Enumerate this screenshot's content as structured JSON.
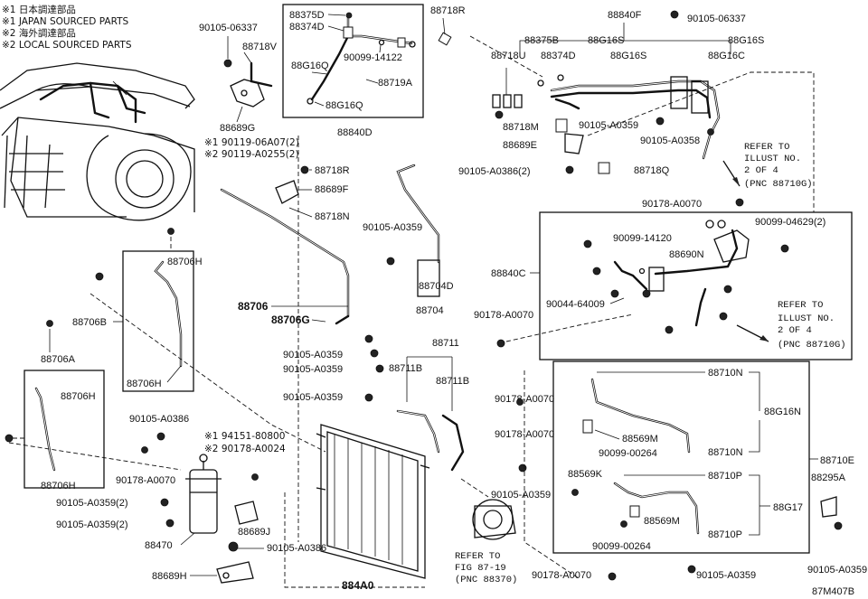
{
  "legend": {
    "line1": "※1 日本調達部品",
    "line2": "※1 JAPAN SOURCED PARTS",
    "line3": "※2 海外調達部品",
    "line4": "※2 LOCAL SOURCED PARTS"
  },
  "drawing_code": "87M407B",
  "refer_upper": {
    "l1": "REFER TO",
    "l2": "ILLUST NO.",
    "l3": "2 OF 4",
    "l4": "(PNC 88710G)"
  },
  "refer_mid": {
    "l1": "REFER TO",
    "l2": "ILLUST NO.",
    "l3": "2 OF 4",
    "l4": "(PNC 88710G)"
  },
  "refer_fig": {
    "l1": "REFER TO",
    "l2": "FIG 87-19",
    "l3": "(PNC 88370)"
  },
  "labels": {
    "p90105_06337_a": "90105-06337",
    "p88718V": "88718V",
    "p88375D": "88375D",
    "p88374D_a": "88374D",
    "p88718R_a": "88718R",
    "p88G16Q_a": "88G16Q",
    "p90099_14122": "90099-14122",
    "p88719A": "88719A",
    "p88G16Q_b": "88G16Q",
    "p88840D": "88840D",
    "p88689G": "88689G",
    "n90119_06A07": "※1 90119-06A07(2)",
    "n90119_A0255": "※2 90119-A0255(2)",
    "p88718R_b": "88718R",
    "p88689F": "88689F",
    "p88718N": "88718N",
    "p88840F": "88840F",
    "p90105_06337_b": "90105-06337",
    "p88375B": "88375B",
    "p88G16S_a": "88G16S",
    "p88G16S_b": "88G16S",
    "p88718U": "88718U",
    "p88374D_b": "88374D",
    "p88G16S_c": "88G16S",
    "p88G16C": "88G16C",
    "p88718M": "88718M",
    "p90105_A0359_a": "90105-A0359",
    "p90105_A0358": "90105-A0358",
    "p88689E": "88689E",
    "p90105_A0386_2": "90105-A0386(2)",
    "p88718Q": "88718Q",
    "p90178_A0070_a": "90178-A0070",
    "p90099_04629": "90099-04629(2)",
    "p90099_14120": "90099-14120",
    "p88690N": "88690N",
    "p88840C": "88840C",
    "p90044_64009": "90044-64009",
    "p90105_A0359_b": "90105-A0359",
    "p88704D": "88704D",
    "p88704": "88704",
    "p90178_A0070_b": "90178-A0070",
    "p88706H_a": "88706H",
    "p88706B": "88706B",
    "p88706": "88706",
    "p88706G": "88706G",
    "p88706H_b": "88706H",
    "p88706A": "88706A",
    "p88706H_c": "88706H",
    "p88706H_d": "88706H",
    "p90105_A0359_c": "90105-A0359",
    "p90105_A0359_d": "90105-A0359",
    "p88711": "88711",
    "p88711B_a": "88711B",
    "p88711B_b": "88711B",
    "p90105_A0359_e": "90105-A0359",
    "p90105_A0386_a": "90105-A0386",
    "n94151_80800": "※1 94151-80800",
    "n90178_A0024": "※2 90178-A0024",
    "p90178_A0070_c": "90178-A0070",
    "p90105_A0359_2a": "90105-A0359(2)",
    "p90105_A0359_2b": "90105-A0359(2)",
    "p88689J": "88689J",
    "p88470": "88470",
    "p90105_A0386_b": "90105-A0386",
    "p88689H": "88689H",
    "p884A0": "884A0",
    "p90178_A0070_d": "90178-A0070",
    "p88710N_a": "88710N",
    "p88G16N": "88G16N",
    "p88569M_a": "88569M",
    "p90099_00264_a": "90099-00264",
    "p88710N_b": "88710N",
    "p88710E": "88710E",
    "p88569K": "88569K",
    "p88710P_a": "88710P",
    "p88295A": "88295A",
    "p90105_A0359_f": "90105-A0359",
    "p88G17": "88G17",
    "p88569M_b": "88569M",
    "p88710P_b": "88710P",
    "p90099_00264_b": "90099-00264",
    "p90178_A0070_e": "90178-A0070",
    "p90105_A0359_g": "90105-A0359",
    "p90105_A0359_h": "90105-A0359"
  }
}
